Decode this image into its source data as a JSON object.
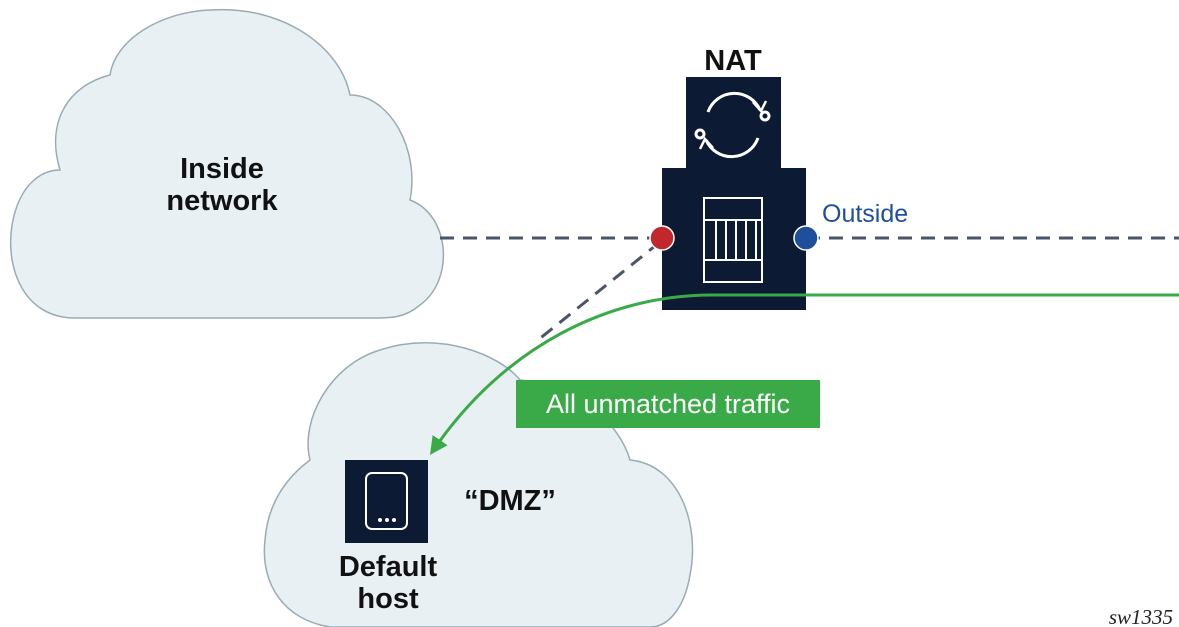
{
  "labels": {
    "nat": "NAT",
    "inside_line1": "Inside",
    "inside_line2": "network",
    "outside": "Outside",
    "unmatched": "All unmatched traffic",
    "dmz": "“DMZ”",
    "default_host_line1": "Default",
    "default_host_line2": "host",
    "figure_id": "sw1335"
  },
  "colors": {
    "cloud_fill": "#e8f0f3",
    "cloud_stroke": "#9aabb5",
    "device": "#0d1a33",
    "inside_port": "#c0282d",
    "outside_port": "#1f4e9b",
    "traffic": "#3aaa48",
    "dashed_link": "#4a5568"
  },
  "icons": [
    "refresh-cycle-icon",
    "firewall-icon",
    "tablet-host-icon"
  ]
}
